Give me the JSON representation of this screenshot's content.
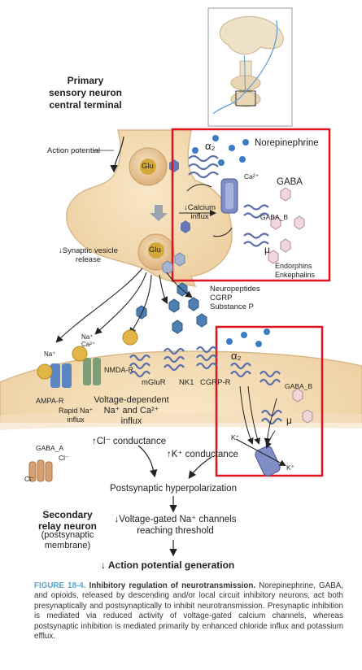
{
  "labels": {
    "primary_terminal": "Primary\nsensory neuron\ncentral terminal",
    "action_potential": "Action potential",
    "glu": "Glu",
    "calcium_influx": "↓Calcium\ninflux",
    "synaptic_release": "↓Synaptic vesicle\nrelease",
    "alpha2": "α₂",
    "norepinephrine": "Norepinephrine",
    "gaba": "GABA",
    "ca2": "Ca²⁺",
    "gabab": "GABA_B",
    "mu": "μ",
    "endorphins": "Endorphins\nEnkephalins",
    "neuropeptides": "Neuropeptides\nCGRP\nSubstance P",
    "na": "Na⁺",
    "na_ca": "Na⁺\nCa²⁺",
    "nmda": "NMDA-R",
    "ampa": "AMPA-R",
    "rapid_na": "Rapid Na⁺\ninflux",
    "vd_channels": "Voltage-dependent\nNa⁺ and Ca²⁺\ninflux",
    "mglur": "mGluR",
    "nk1": "NK1",
    "cgrpr": "CGRP-R",
    "gabab2": "GABA_B",
    "mu2": "μ",
    "alpha2b": "α₂",
    "kplus": "K⁺",
    "kplus2": "K⁺",
    "cl_conductance": "↑Cl⁻ conductance",
    "k_conductance": "↑K⁺ conductance",
    "gabaa": "GABA_A",
    "cl": "Cl⁻",
    "cl2": "Cl⁻",
    "hyperpolarization": "Postsynaptic hyperpolarization",
    "secondary": "Secondary\nrelay neuron",
    "postsynaptic": "(postsynaptic\nmembrane)",
    "vg_channels": "↓Voltage-gated Na⁺ channels\nreaching threshold",
    "ap_generation": "↓  Action potential generation"
  },
  "caption": {
    "figure": "FIGURE 18-4.",
    "title": "Inhibitory regulation of neurotransmission.",
    "text": "Norepinephrine, GABA, and opioids, released by descending and/or local circuit inhibitory neurons, act both presynaptically and postsynaptically to inhibit neurotransmission. Presynaptic inhibition is mediated via reduced activity of voltage-gated calcium channels, whereas postsynaptic inhibition is mediated primarily by enhanced chloride influx and potassium efflux."
  },
  "colors": {
    "terminal": "#f3dcb3",
    "vesicle": "#e9c89a",
    "glu": "#d9b347",
    "receptor": "#6b7fb5",
    "highlight": "#e0141c",
    "ne_dot": "#4a86c8",
    "neuropeptide": "#4a7fb0"
  }
}
